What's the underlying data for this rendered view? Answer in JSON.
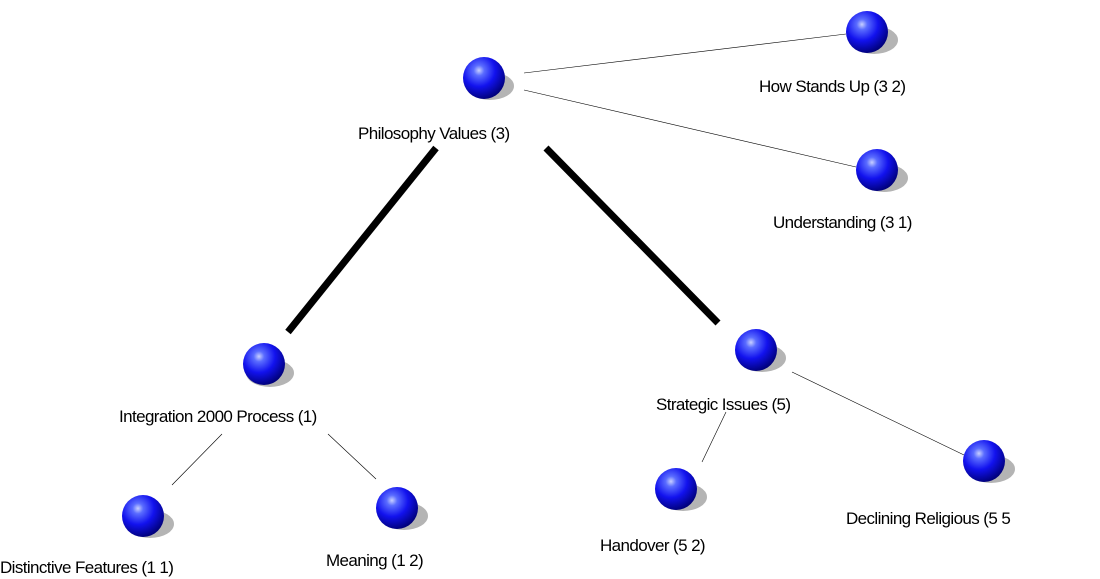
{
  "diagram": {
    "nodes": [
      {
        "id": "philosophy",
        "label": "Philosophy Values (3)"
      },
      {
        "id": "how_stands",
        "label": "How Stands Up (3 2)"
      },
      {
        "id": "understanding",
        "label": "Understanding (3 1)"
      },
      {
        "id": "integration",
        "label": "Integration 2000 Process (1)"
      },
      {
        "id": "strategic",
        "label": "Strategic Issues (5)"
      },
      {
        "id": "distinctive",
        "label": "Distinctive Features (1 1)"
      },
      {
        "id": "meaning",
        "label": "Meaning (1 2)"
      },
      {
        "id": "handover",
        "label": "Handover (5 2)"
      },
      {
        "id": "declining",
        "label": "Declining Religious (5 5"
      }
    ],
    "edges": [
      {
        "from": "philosophy",
        "to": "how_stands",
        "weight": "thin"
      },
      {
        "from": "philosophy",
        "to": "understanding",
        "weight": "thin"
      },
      {
        "from": "philosophy",
        "to": "integration",
        "weight": "thick"
      },
      {
        "from": "philosophy",
        "to": "strategic",
        "weight": "thick"
      },
      {
        "from": "integration",
        "to": "distinctive",
        "weight": "thin"
      },
      {
        "from": "integration",
        "to": "meaning",
        "weight": "thin"
      },
      {
        "from": "strategic",
        "to": "handover",
        "weight": "thin"
      },
      {
        "from": "strategic",
        "to": "declining",
        "weight": "thin"
      }
    ],
    "colors": {
      "node_fill": "#1010f0",
      "node_highlight": "#a8b4ff",
      "node_shadow": "#b4b4b4",
      "edge": "#000000"
    }
  }
}
